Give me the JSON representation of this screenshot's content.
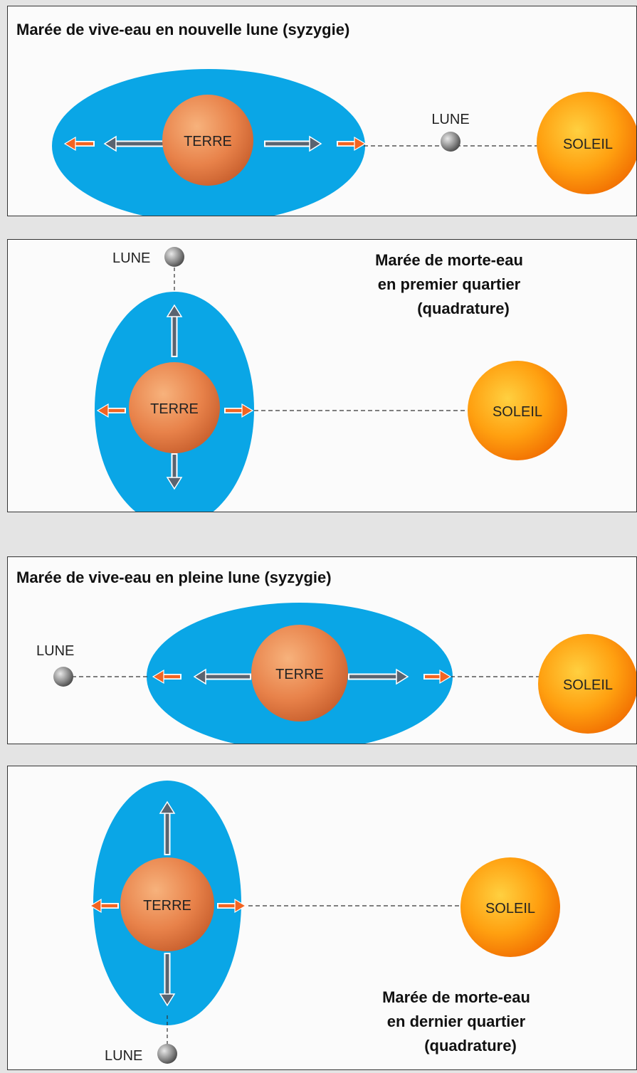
{
  "panels": [
    {
      "title": "Marée de vive-eau en nouvelle lune (syzygie)",
      "earth_label": "TERRE",
      "moon_label": "LUNE",
      "sun_label": "SOLEIL"
    },
    {
      "title_lines": [
        "Marée de morte-eau",
        "en premier quartier",
        "(quadrature)"
      ],
      "earth_label": "TERRE",
      "moon_label": "LUNE",
      "sun_label": "SOLEIL"
    },
    {
      "title": "Marée de vive-eau en pleine lune (syzygie)",
      "earth_label": "TERRE",
      "moon_label": "LUNE",
      "sun_label": "SOLEIL"
    },
    {
      "title_lines": [
        "Marée de morte-eau",
        "en dernier quartier",
        "(quadrature)"
      ],
      "earth_label": "TERRE",
      "moon_label": "LUNE",
      "sun_label": "SOLEIL"
    }
  ],
  "colors": {
    "ocean": "#0aa6e6",
    "earth": "#e8824a",
    "sun": "#ff9c10",
    "moon": "#8a8a8a",
    "gravity_arrow": "#5a6470",
    "tide_arrow": "#f26422"
  }
}
